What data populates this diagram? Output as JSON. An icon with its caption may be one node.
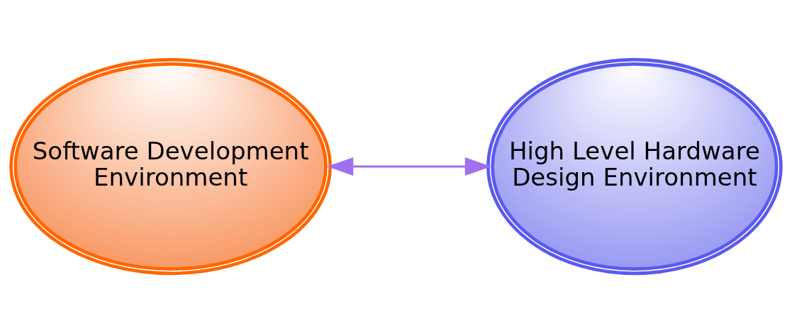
{
  "diagram": {
    "nodes": [
      {
        "text": [
          "Software Development Environment"
        ]
      },
      {
        "text": [
          "High Level Hardware Design Environment"
        ]
      }
    ],
    "edges": [
      {
        "from": 0,
        "to": 1,
        "arrow": "both",
        "color": "#a070f0"
      }
    ]
  }
}
